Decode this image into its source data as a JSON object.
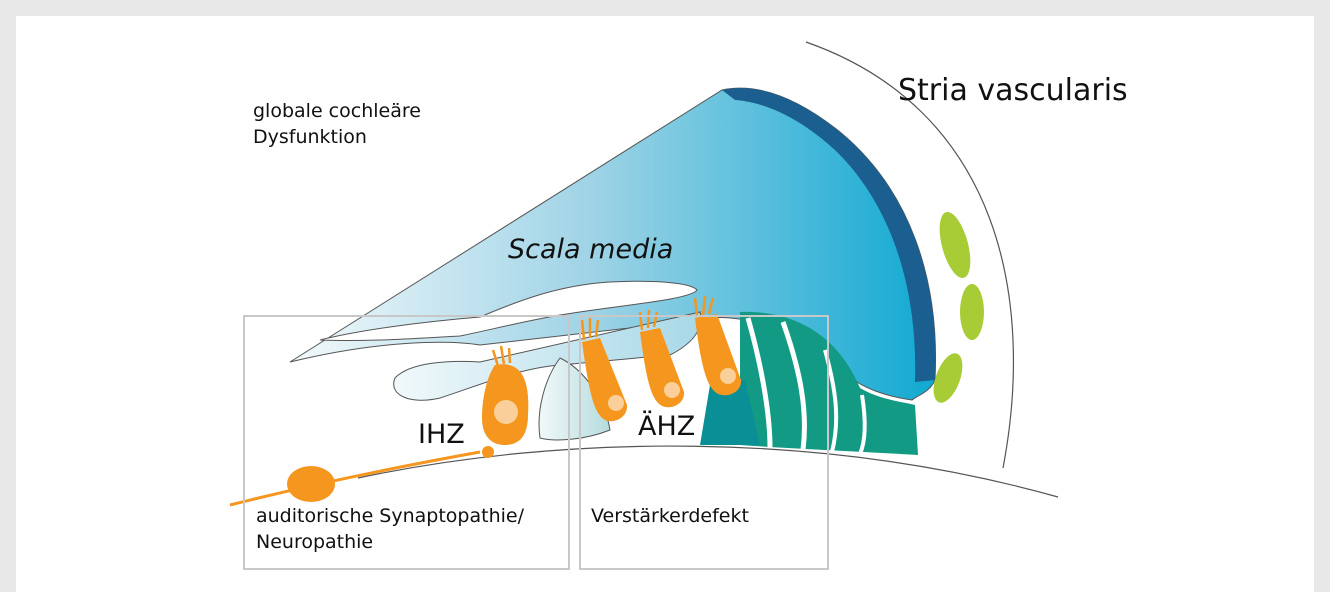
{
  "labels": {
    "global_dysfunction_line1": "globale cochleäre",
    "global_dysfunction_line2": "Dysfunktion",
    "stria": "Stria vascularis",
    "scala_media": "Scala media",
    "ihz": "IHZ",
    "aehz": "ÄHZ",
    "synaptopathy_line1": "auditorische Synaptopathie/",
    "synaptopathy_line2": "Neuropathie",
    "amplifier_defect": "Verstärkerdefekt"
  },
  "colors": {
    "background_frame": "#e8e8e8",
    "panel": "#ffffff",
    "scala_media_light": "#e4f3f8",
    "scala_media_dark": "#0fa8cf",
    "stria_band": "#1a5f8f",
    "hair_cell": "#f5961e",
    "hair_cell_nucleus": "#fbcf9a",
    "support_cells": "#129a84",
    "support_cells_dark": "#0b8f97",
    "stria_vessels": "#a8cc36",
    "box_outline": "#c8c8c8",
    "line": "#555555"
  }
}
